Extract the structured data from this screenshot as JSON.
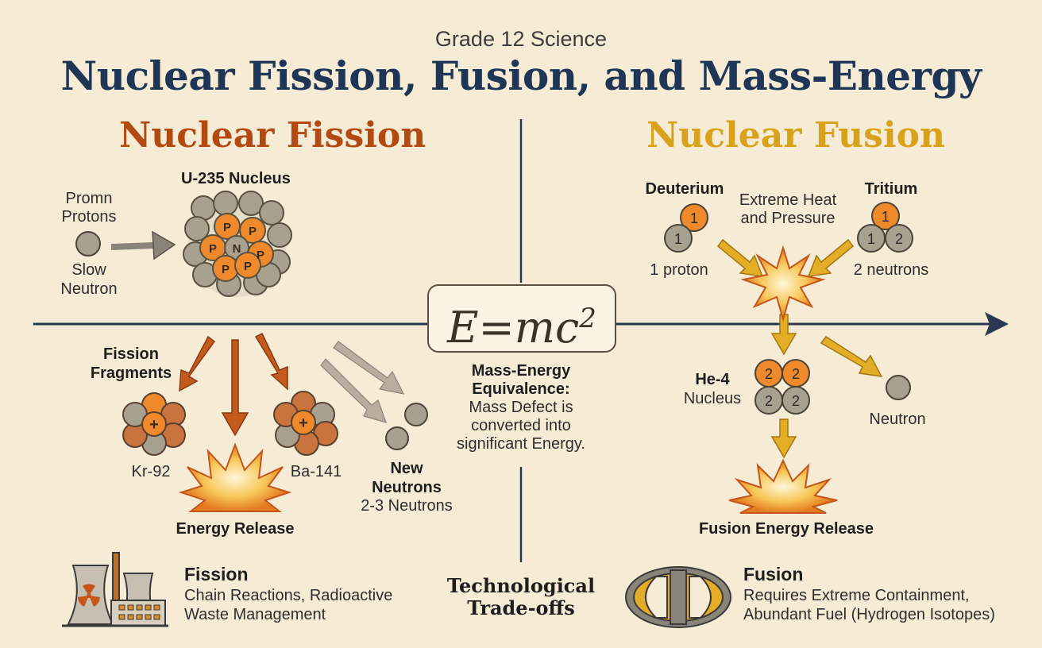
{
  "header": {
    "subtitle": "Grade 12 Science",
    "title": "Nuclear Fission, Fusion, and Mass-Energy"
  },
  "fission": {
    "title": "Nuclear Fission",
    "nucleus_label": "U-235 Nucleus",
    "incoming_label_1": "Promn",
    "incoming_label_2": "Protons",
    "slow_neutron_label_1": "Slow",
    "slow_neutron_label_2": "Neutron",
    "fragments_label_1": "Fission",
    "fragments_label_2": "Fragments",
    "fragment_1": "Kr-92",
    "fragment_2": "Ba-141",
    "energy_label": "Energy Release",
    "new_neutrons_1": "New",
    "new_neutrons_2": "Neutrons",
    "new_neutrons_count": "2-3 Neutrons",
    "proton_letter": "P",
    "neutron_letter": "N",
    "plus_symbol": "+"
  },
  "center": {
    "equation": "E=mc",
    "equation_exp": "2",
    "caption_bold_1": "Mass-Energy",
    "caption_bold_2": "Equivalence:",
    "caption_1": "Mass Defect is",
    "caption_2": "converted into",
    "caption_3": "significant Energy.",
    "tradeoffs_1": "Technological",
    "tradeoffs_2": "Trade-offs"
  },
  "fusion": {
    "title": "Nuclear Fusion",
    "deuterium_label": "Deuterium",
    "deuterium_caption": "1 proton",
    "tritium_label": "Tritium",
    "tritium_caption": "2 neutrons",
    "conditions_1": "Extreme Heat",
    "conditions_2": "and Pressure",
    "helium_label_1": "He-4",
    "helium_label_2": "Nucleus",
    "neutron_label": "Neutron",
    "energy_label": "Fusion Energy Release",
    "num_1": "1",
    "num_2": "2"
  },
  "footer": {
    "fission_title": "Fission",
    "fission_desc_1": "Chain Reactions, Radioactive",
    "fission_desc_2": "Waste Management",
    "fusion_title": "Fusion",
    "fusion_desc_1": "Requires Extreme Containment,",
    "fusion_desc_2": "Abundant Fuel (Hydrogen Isotopes)"
  },
  "colors": {
    "navy": "#1f3555",
    "fission_orange": "#b34a12",
    "fusion_gold": "#d9a21b",
    "proton_orange": "#ee8a2c",
    "neutron_gray": "#a9a190",
    "fragment_brown": "#c9743f",
    "background": "#f6ecd6"
  }
}
